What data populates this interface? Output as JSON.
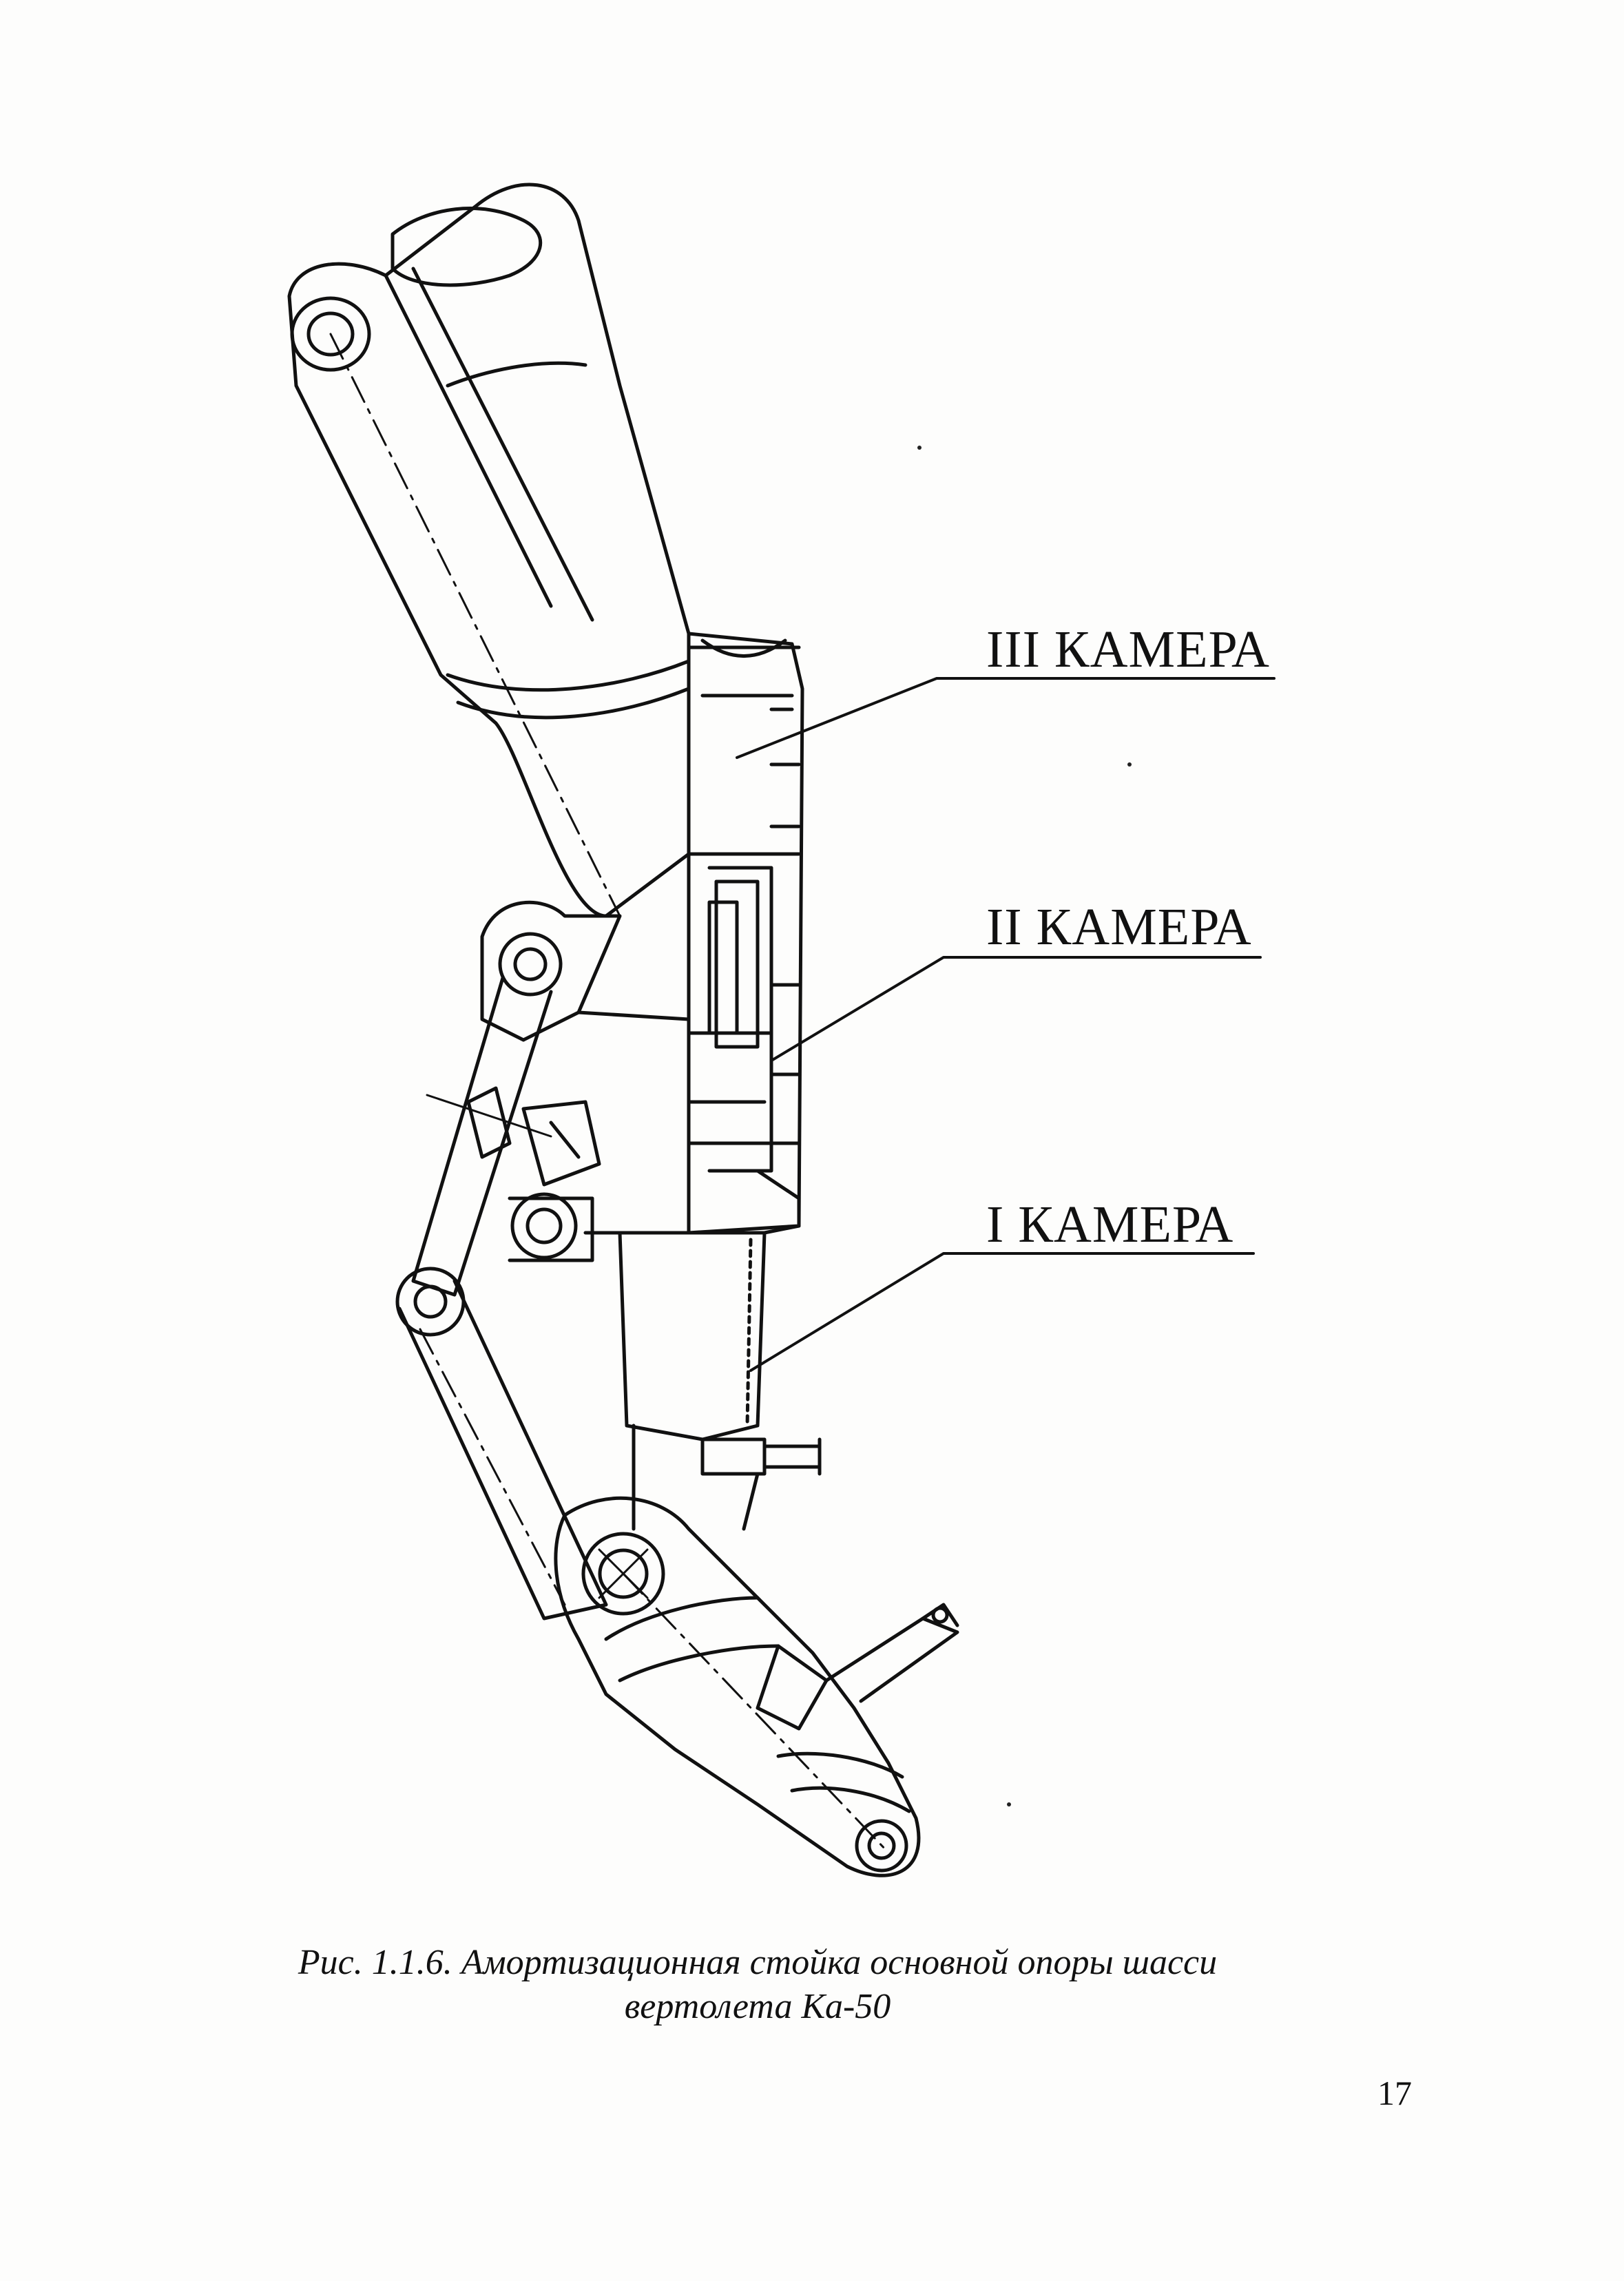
{
  "figure": {
    "labels": {
      "chamber_3": "III КАМЕРА",
      "chamber_2": "II КАМЕРА",
      "chamber_1": "I КАМЕРА"
    },
    "caption_line_1": "Рис. 1.1.6. Амортизационная стойка основной опоры шасси",
    "caption_line_2": "вертолета Ка-50"
  },
  "page_number": "17"
}
